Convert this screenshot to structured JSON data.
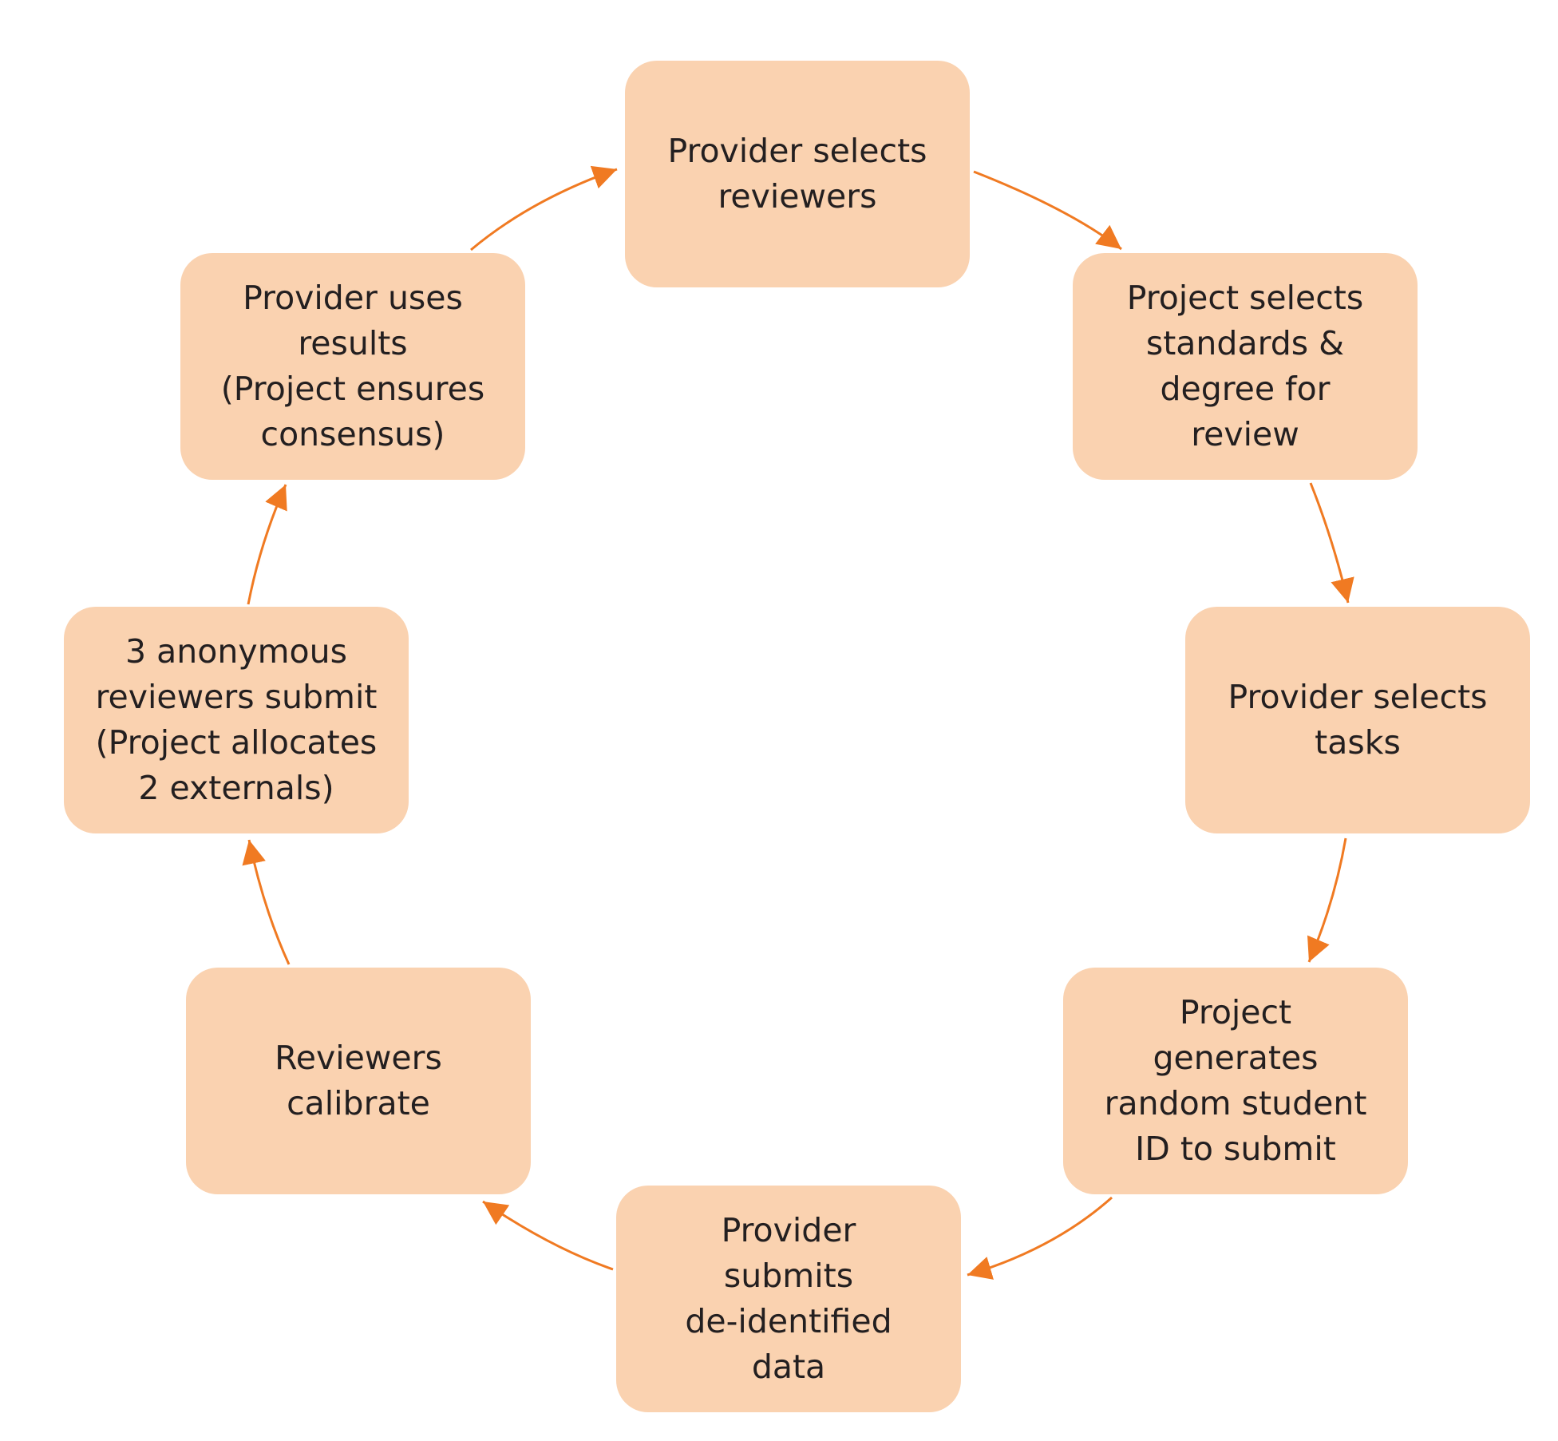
{
  "diagram": {
    "type": "cycle",
    "accent_color": "#f07a22",
    "node_fill_color": "#fad2b0",
    "steps": [
      {
        "label": "Provider selects\nreviewers"
      },
      {
        "label": "Project selects\nstandards &\ndegree for\nreview"
      },
      {
        "label": "Provider selects\ntasks"
      },
      {
        "label": "Project\ngenerates\nrandom student\nID to submit"
      },
      {
        "label": "Provider\nsubmits\nde-identified\ndata"
      },
      {
        "label": "Reviewers\ncalibrate"
      },
      {
        "label": "3 anonymous\nreviewers submit\n(Project allocates\n2 externals)"
      },
      {
        "label": "Provider uses\nresults\n(Project ensures\nconsensus)"
      }
    ],
    "connections": [
      {
        "from": 1,
        "to": 2
      },
      {
        "from": 2,
        "to": 3
      },
      {
        "from": 3,
        "to": 4
      },
      {
        "from": 4,
        "to": 5
      },
      {
        "from": 5,
        "to": 6
      },
      {
        "from": 6,
        "to": 7
      },
      {
        "from": 7,
        "to": 8
      },
      {
        "from": 8,
        "to": 1
      }
    ]
  }
}
